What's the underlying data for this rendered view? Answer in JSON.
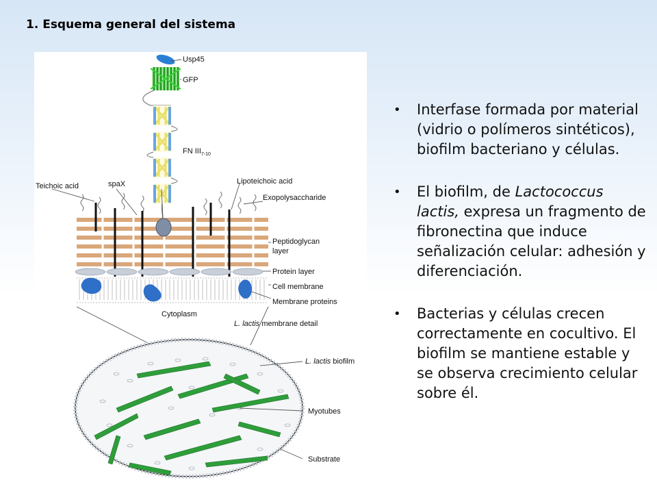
{
  "slide": {
    "title": "1. Esquema general del sistema"
  },
  "figure": {
    "labels": {
      "usp45": "Usp45",
      "gfp": "GFP",
      "fn_main": "FN III",
      "fn_sub": "7-10",
      "teichoic": "Teichoic acid",
      "spax": "spaX",
      "lipoteichoic": "Lipoteichoic acid",
      "exopoly": "Exopolysaccharide",
      "peptido1": "Peptidoglycan",
      "peptido2": "layer",
      "protein_layer": "Protein layer",
      "cell_membrane": "Cell membrane",
      "membrane_proteins": "Membrane proteins",
      "cytoplasm": "Cytoplasm",
      "detail_italic": "L. lactis",
      "detail_rest": " membrane detail",
      "biofilm_italic": "L. lactis",
      "biofilm_rest": " biofilm",
      "myotubes": "Myotubes",
      "substrate": "Substrate"
    },
    "colors": {
      "gfp_green": "#2fbf2f",
      "usp45_blue": "#2a7fd4",
      "fn_blue": "#6aa6e0",
      "fn_yellow": "#e8e06a",
      "peptidoglycan": "#d9a77a",
      "membrane_protein": "#2e6fc7",
      "protein_layer": "#c8cfd8",
      "myotube_green": "#2e9e3a"
    }
  },
  "bullets": {
    "b1": "Interfase formada por material (vidrio o polímeros sintéticos), biofilm bacteriano y células.",
    "b2_pre": "El biofilm, de ",
    "b2_em": "Lactococcus lactis,",
    "b2_post": " expresa un fragmento de fibronectina que induce señalización celular: adhesión y diferenciación.",
    "b3": "Bacterias y células crecen correctamente en cocultivo. El biofilm se mantiene estable y se observa crecimiento celular sobre él."
  }
}
